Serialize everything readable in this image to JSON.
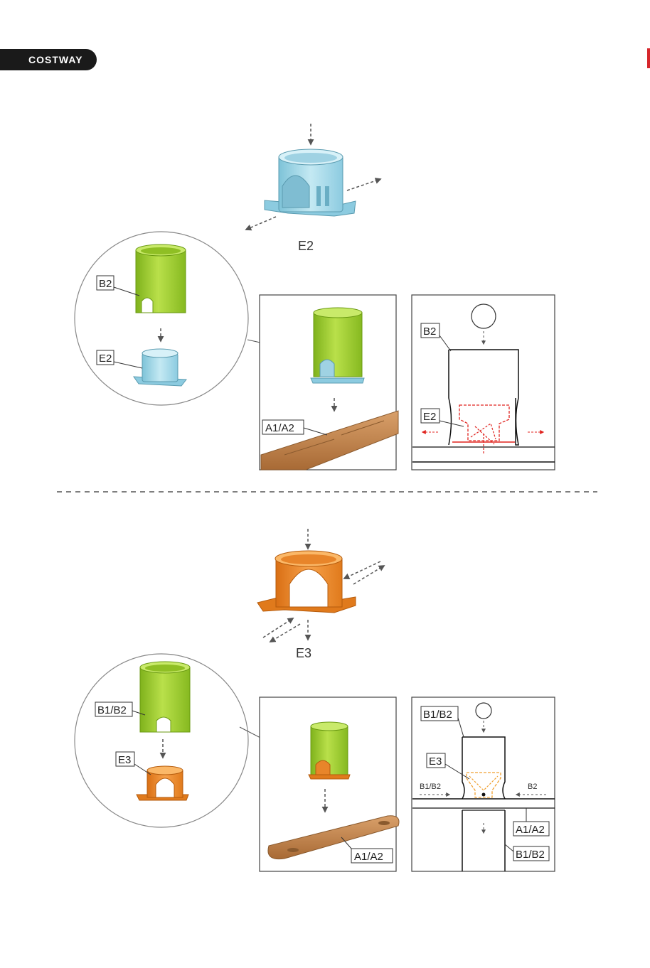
{
  "brand": {
    "name": "COSTWAY",
    "accent_color": "#d6262b"
  },
  "step1": {
    "part_label": "E2",
    "zoom_top_label": "B2",
    "zoom_bottom_label": "E2",
    "mid_board_label": "A1/A2",
    "right_top_label": "B2",
    "right_mid_label": "E2",
    "colors": {
      "top_part": "#a9d8e6",
      "tube": "#9fcc2e",
      "board": "#c98a50",
      "dashed_outline": "#e0231f"
    }
  },
  "step2": {
    "part_label": "E3",
    "zoom_top_label": "B1/B2",
    "zoom_bottom_label": "E3",
    "mid_board_label": "A1/A2",
    "right_top_label": "B1/B2",
    "right_mid_label": "E3",
    "right_left_arrow_label": "B1/B2",
    "right_right_arrow_label": "B2",
    "right_lower_label1": "A1/A2",
    "right_lower_label2": "B1/B2",
    "colors": {
      "top_part": "#f0892a",
      "tube": "#9fcc2e",
      "board": "#c98a50",
      "dashed_outline": "#f0a030"
    }
  }
}
